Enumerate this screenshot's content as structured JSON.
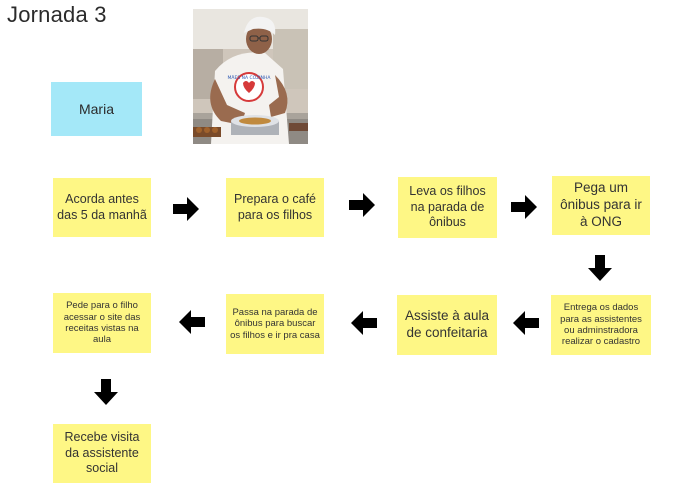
{
  "title": "Jornada 3",
  "persona": {
    "name": "Maria"
  },
  "photo": {
    "badge_text": "MÃES NA COZINHA"
  },
  "steps": [
    "Acorda antes das 5 da manhã",
    "Prepara o café para os filhos",
    "Leva os filhos na parada de ônibus",
    "Pega um ônibus para ir à ONG",
    "Entrega os dados para as assistentes ou adminstradora realizar o cadastro",
    "Assiste à aula de confeitaria",
    "Passa na parada de ônibus para buscar os filhos e ir pra casa",
    "Pede para o filho acessar o site das receitas vistas na aula",
    "Recebe visita da assistente social"
  ],
  "colors": {
    "note": "#fef785",
    "persona": "#a4e8f8",
    "arrow": "#000000"
  },
  "icons": {
    "arrow_right": "arrow-right-icon",
    "arrow_left": "arrow-left-icon",
    "arrow_down": "arrow-down-icon"
  }
}
